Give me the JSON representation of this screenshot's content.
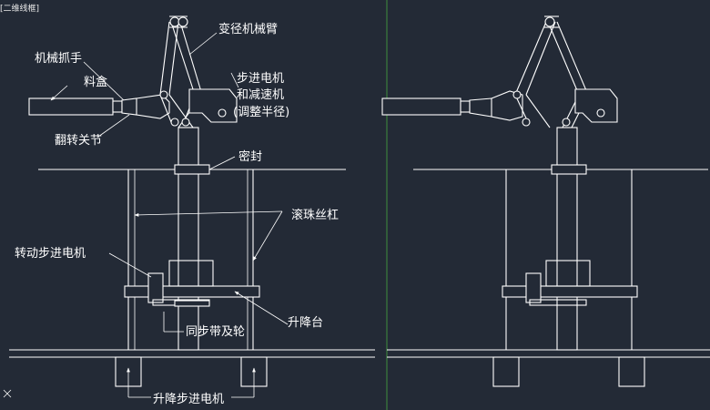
{
  "viewport_label": "[二维线框]",
  "labels": {
    "arm": "变径机械臂",
    "gripper": "机械抓手",
    "box": "料盒",
    "stepper_line1": "步进电机",
    "stepper_line2": "和减速机",
    "stepper_line3": "(调整半径)",
    "flip_joint": "翻转关节",
    "seal": "密封",
    "ball_screw": "滚珠丝杠",
    "rotate_motor": "转动步进电机",
    "lift_table": "升降台",
    "belt": "同步带及轮",
    "lift_motor": "升降步进电机"
  },
  "axis_icon": "ucs-icon"
}
